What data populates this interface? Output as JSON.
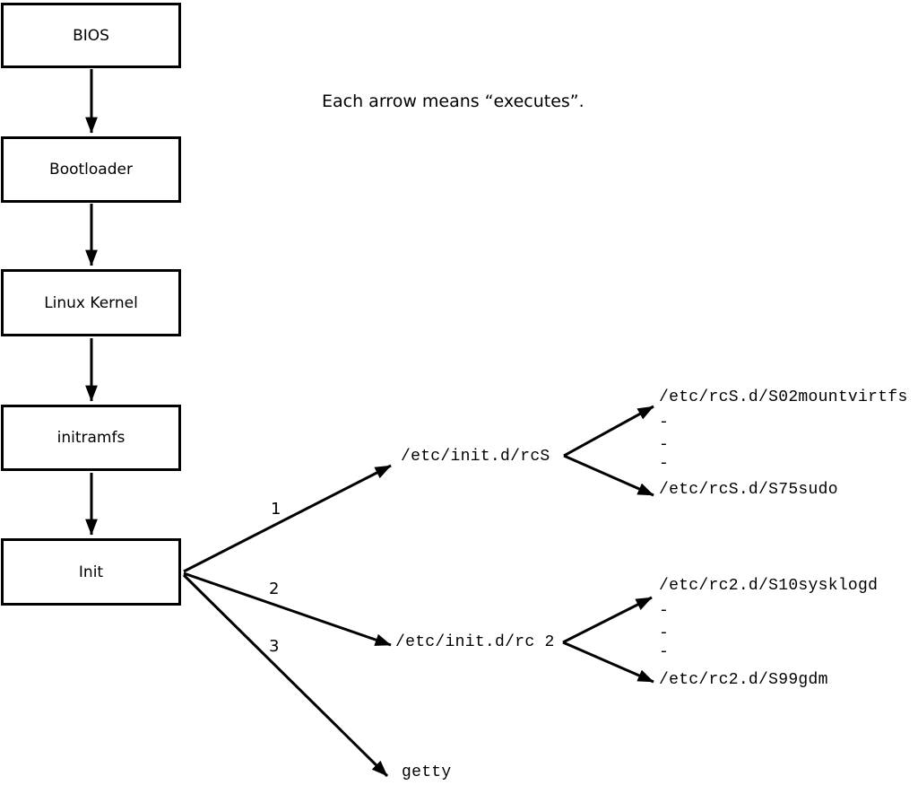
{
  "caption": "Each arrow means “executes”.",
  "boxes": [
    {
      "label": "BIOS"
    },
    {
      "label": "Bootloader"
    },
    {
      "label": "Linux Kernel"
    },
    {
      "label": "initramfs"
    },
    {
      "label": "Init"
    }
  ],
  "edge_labels": {
    "rcS": "1",
    "rc2": "2",
    "getty": "3"
  },
  "nodes": {
    "rcS": "/etc/init.d/rcS",
    "rc2": "/etc/init.d/rc 2",
    "getty": "getty",
    "rcS_children": [
      "/etc/rcS.d/S02mountvirtfs",
      "-",
      "-",
      "-",
      "/etc/rcS.d/S75sudo"
    ],
    "rc2_children": [
      "/etc/rc2.d/S10sysklogd",
      "-",
      "-",
      "-",
      "/etc/rc2.d/S99gdm"
    ]
  },
  "colors": {
    "stroke": "#000000",
    "background": "#ffffff"
  }
}
